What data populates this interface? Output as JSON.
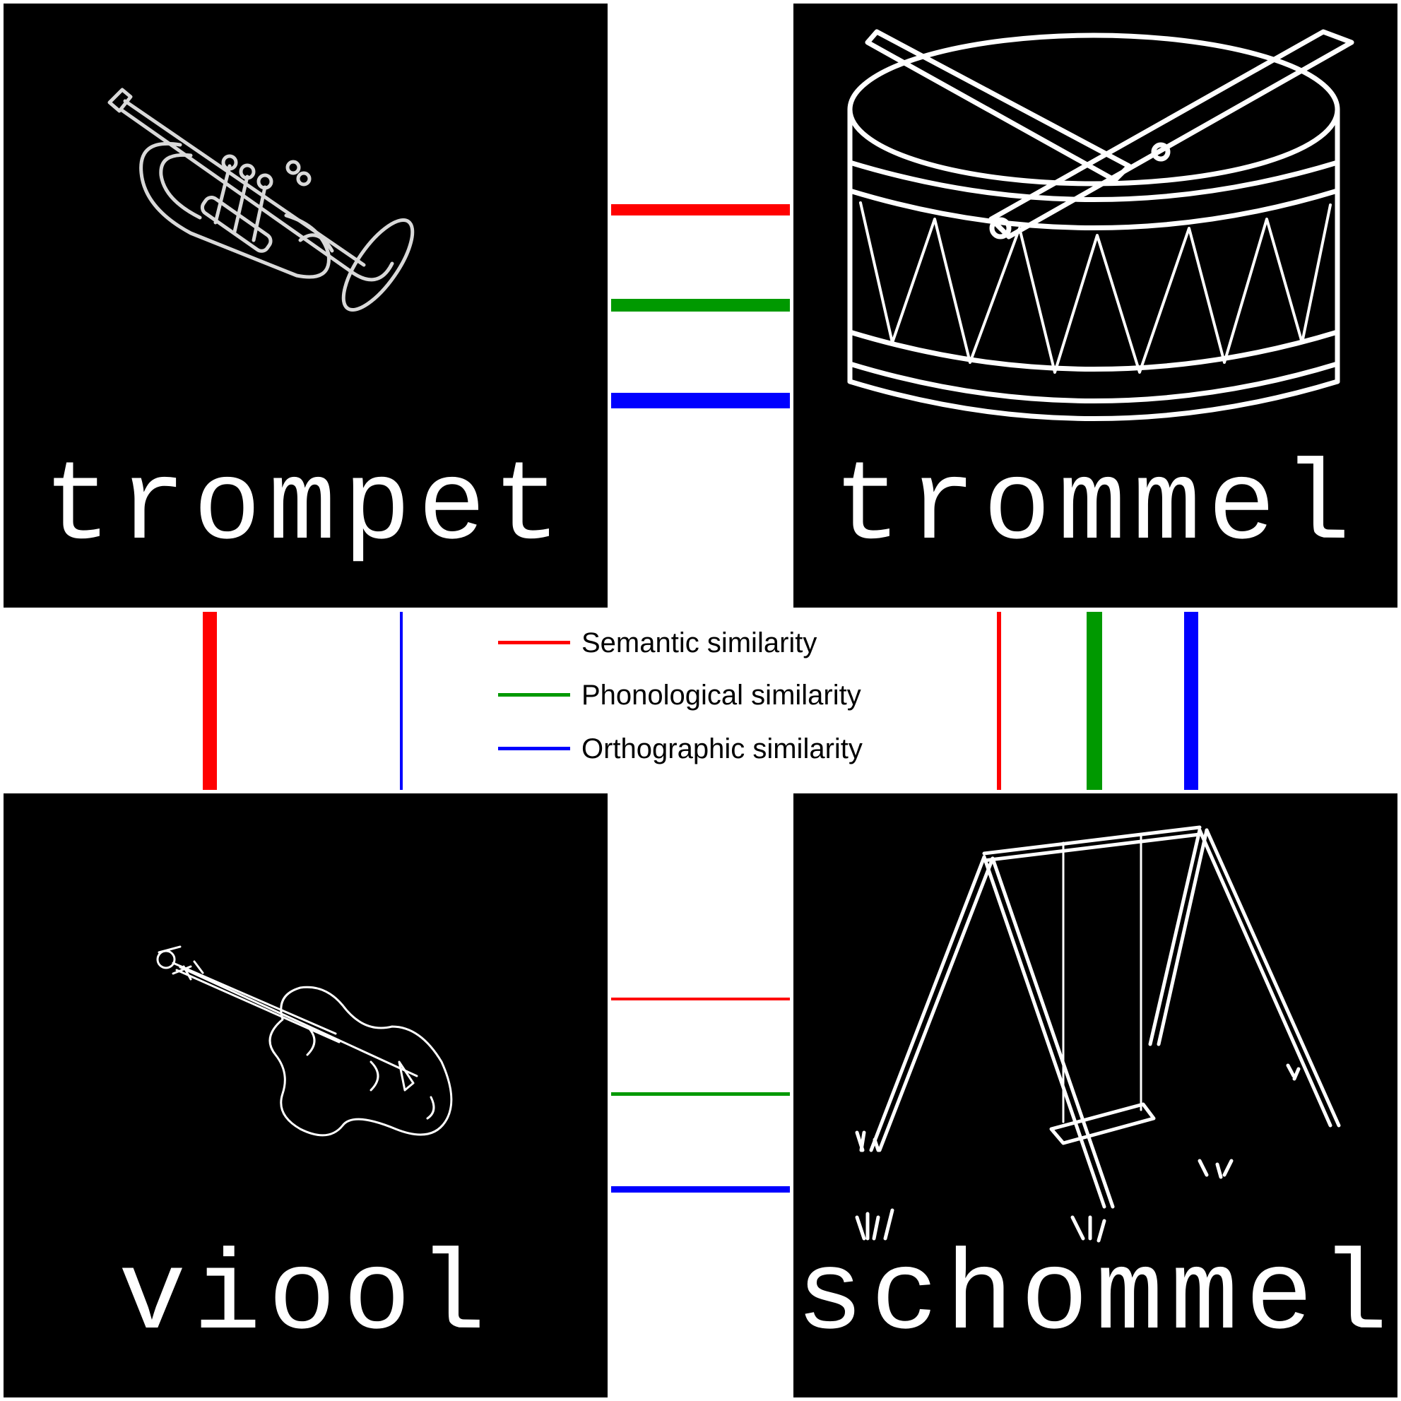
{
  "panels": {
    "top_left": {
      "word": "trompet",
      "illustration": "trumpet-icon"
    },
    "top_right": {
      "word": "trommel",
      "illustration": "drum-icon"
    },
    "bottom_left": {
      "word": "viool",
      "illustration": "violin-icon"
    },
    "bottom_right": {
      "word": "schommel",
      "illustration": "swing-icon"
    }
  },
  "legend": {
    "semantic": {
      "label": "Semantic similarity",
      "color": "#ff0000"
    },
    "phonological": {
      "label": "Phonological similarity",
      "color": "#009900"
    },
    "orthographic": {
      "label": "Orthographic similarity",
      "color": "#0000ff"
    }
  },
  "links": [
    {
      "from": "trompet",
      "to": "trommel",
      "semantic": "strong",
      "phonological": "strong",
      "orthographic": "strong"
    },
    {
      "from": "trompet",
      "to": "viool",
      "semantic": "strong",
      "phonological": "none",
      "orthographic": "weak"
    },
    {
      "from": "trommel",
      "to": "schommel",
      "semantic": "weak",
      "phonological": "strong",
      "orthographic": "strong"
    },
    {
      "from": "viool",
      "to": "schommel",
      "semantic": "weak",
      "phonological": "weak",
      "orthographic": "medium"
    }
  ]
}
